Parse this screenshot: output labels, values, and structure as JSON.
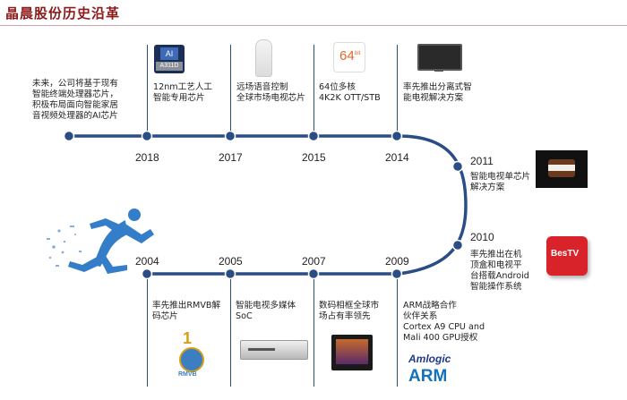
{
  "title": "晶晨股份历史沿革",
  "upper": {
    "lead_text": "未来，公司将基于现有\n智能终端处理器芯片，\n积极布局面向智能家居\n音视频处理器的AI芯片",
    "milestones": [
      {
        "year": "2018",
        "text": "12nm工艺人工\n智能专用芯片",
        "icon": "ai-chip-icon",
        "chip_label": "A311D",
        "chip_tag": "AI"
      },
      {
        "year": "2017",
        "text": "远场语音控制\n全球市场电视芯片",
        "icon": "smart-speaker-icon"
      },
      {
        "year": "2015",
        "text": "64位多核\n4K2K OTT/STB",
        "icon": "64bit-icon",
        "badge": "64",
        "badge_sup": "bit"
      },
      {
        "year": "2014",
        "text": "率先推出分离式智\n能电视解决方案",
        "icon": "tv-set-icon"
      }
    ]
  },
  "curve": {
    "milestones": [
      {
        "year": "2011",
        "text": "智能电视单芯片\n解决方案",
        "icon": "ice-cream-sandwich-icon"
      },
      {
        "year": "2010",
        "text": "率先推出在机\n顶盒和电视平\n台搭载Android\n智能操作系统",
        "icon": "bestv-box-icon",
        "box_label": "BesTV"
      }
    ]
  },
  "lower": {
    "milestones": [
      {
        "year": "2004",
        "text": "率先推出RMVB解\n码芯片",
        "icon": "rmvb-award-icon",
        "medal_number": "1",
        "medal_label": "RMVB"
      },
      {
        "year": "2005",
        "text": "智能电视多媒体\nSoC",
        "icon": "dvd-player-icon"
      },
      {
        "year": "2007",
        "text": "数码相框全球市\n场占有率领先",
        "icon": "photo-frame-icon"
      },
      {
        "year": "2009",
        "text": "ARM战略合作\n伙伴关系\nCortex A9 CPU and\nMali 400 GPU授权",
        "icon": "amlogic-arm-logo",
        "logo_top": "Amlogic",
        "logo_bottom": "ARM"
      }
    ]
  },
  "colors": {
    "timeline": "#2b4d86",
    "node": "#2b4d86",
    "title": "#8b1a1a",
    "runner": "#1d6fc4",
    "box_red": "#d8232a"
  }
}
